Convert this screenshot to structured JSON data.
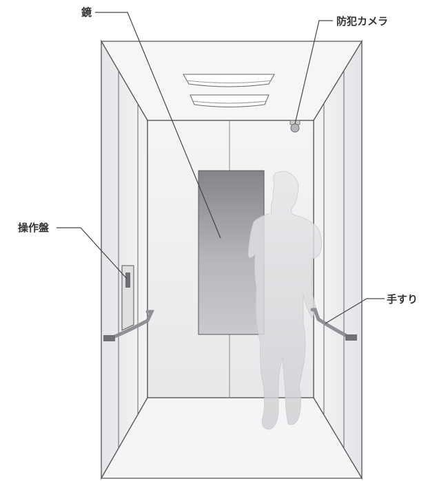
{
  "labels": {
    "mirror": "鏡",
    "camera": "防犯カメラ",
    "control_panel": "操作盤",
    "handrail": "手すり"
  },
  "colors": {
    "line": "#4a4a4a",
    "wall": "#eceef0",
    "floor": "#f4f5f6",
    "mirror_top": "#8a8c90",
    "mirror_bottom": "#c9cacd",
    "silhouette": "#d9dadc"
  }
}
